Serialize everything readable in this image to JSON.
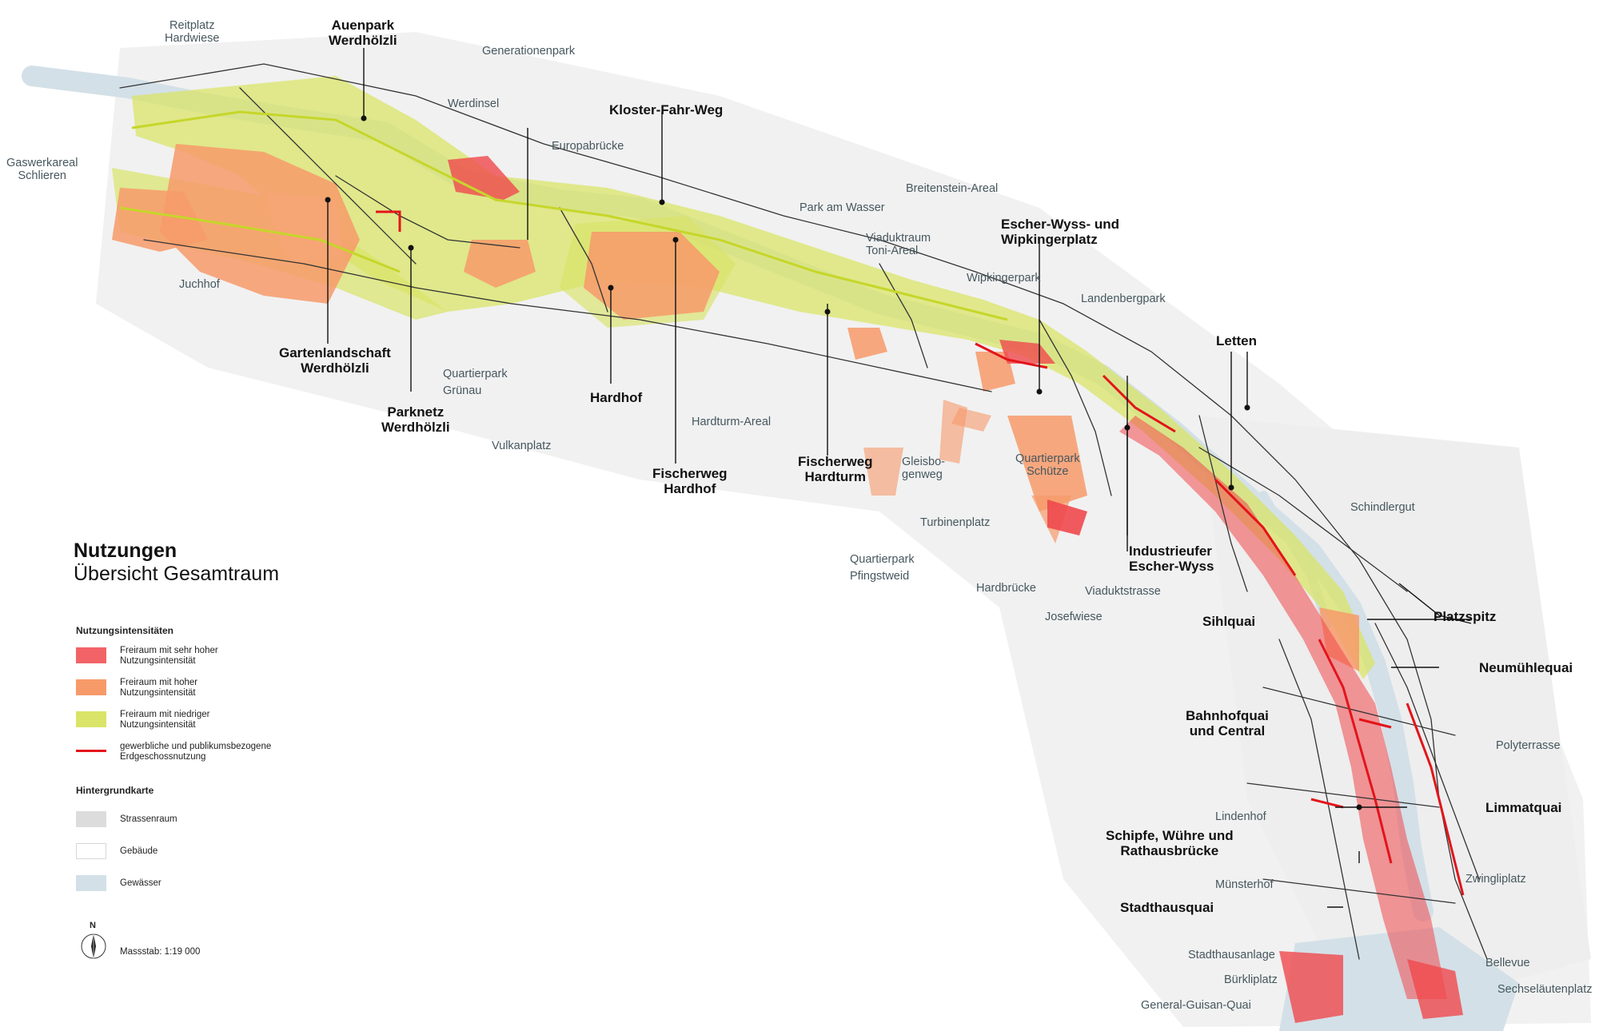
{
  "legend": {
    "title": "Nutzungen",
    "subtitle": "Übersicht Gesamtraum",
    "intensity_heading": "Nutzungsintensitäten",
    "very_high_l1": "Freiraum mit sehr hoher",
    "very_high_l2": "Nutzungsintensität",
    "high_l1": "Freiraum mit hoher",
    "high_l2": "Nutzungsintensität",
    "low_l1": "Freiraum mit niedriger",
    "low_l2": "Nutzungsintensität",
    "ground_l1": "gewerbliche und publikumsbezogene",
    "ground_l2": "Erdgeschossnutzung",
    "background_heading": "Hintergrundkarte",
    "street": "Strassenraum",
    "building": "Gebäude",
    "water": "Gewässer",
    "north": "N",
    "scale": "Massstab: 1:19 000"
  },
  "colors": {
    "very_high": "#f0484c",
    "high": "#f79a6a",
    "low": "#d9e468",
    "ground_floor": "#e3141b",
    "street": "#dcdcdc",
    "building": "#ffffff",
    "water": "#d3e0e8",
    "street_lines": "#2a2a2a"
  },
  "labels": {
    "reitplatz_l1": "Reitplatz",
    "reitplatz_l2": "Hardwiese",
    "auenpark_l1": "Auenpark",
    "auenpark_l2": "Werdhölzli",
    "generationenpark": "Generationenpark",
    "werdinsel": "Werdinsel",
    "kloster": "Kloster-Fahr-Weg",
    "europabruecke": "Europabrücke",
    "gaswerk_l1": "Gaswerkareal",
    "gaswerk_l2": "Schlieren",
    "juchhof": "Juchhof",
    "breitenstein": "Breitenstein-Areal",
    "park_am_wasser": "Park am Wasser",
    "viadukt_l1": "Viaduktraum",
    "viadukt_l2": "Toni-Areal",
    "escher_l1": "Escher-Wyss- und",
    "escher_l2": "Wipkingerplatz",
    "wipkingerpark": "Wipkingerpark",
    "landenbergpark": "Landenbergpark",
    "letten": "Letten",
    "garten_l1": "Gartenlandschaft",
    "garten_l2": "Werdhölzli",
    "qp_gruenau_l1": "Quartierpark",
    "qp_gruenau_l2": "Grünau",
    "parknetz_l1": "Parknetz",
    "parknetz_l2": "Werdhölzli",
    "vulkanplatz": "Vulkanplatz",
    "hardhof": "Hardhof",
    "hardturm_areal": "Hardturm-Areal",
    "fischerweg_hardhof_l1": "Fischerweg",
    "fischerweg_hardhof_l2": "Hardhof",
    "fischerweg_hardturm_l1": "Fischerweg",
    "fischerweg_hardturm_l2": "Hardturm",
    "gleisbogen_l1": "Gleisbo-",
    "gleisbogen_l2": "genweg",
    "qp_schuetze_l1": "Quartierpark",
    "qp_schuetze_l2": "Schütze",
    "turbinenplatz": "Turbinenplatz",
    "qp_pfingstweid_l1": "Quartierpark",
    "qp_pfingstweid_l2": "Pfingstweid",
    "hardbruecke": "Hardbrücke",
    "josefwiese": "Josefwiese",
    "viaduktstrasse": "Viaduktstrasse",
    "industrieufer_l1": "Industrieufer",
    "industrieufer_l2": "Escher-Wyss",
    "schindlergut": "Schindlergut",
    "sihlquai": "Sihlquai",
    "platzspitz": "Platzspitz",
    "neumuehlequai": "Neumühlequai",
    "bahnhofquai_l1": "Bahnhofquai",
    "bahnhofquai_l2": "und Central",
    "polyterrasse": "Polyterrasse",
    "lindenhof": "Lindenhof",
    "limmatquai": "Limmatquai",
    "schipfe_l1": "Schipfe, Wühre und",
    "schipfe_l2": "Rathausbrücke",
    "muensterhof": "Münsterhof",
    "zwingliplatz": "Zwingliplatz",
    "stadthausquai": "Stadthausquai",
    "stadthausanlage": "Stadthausanlage",
    "buerkliplatz": "Bürkliplatz",
    "bellevue": "Bellevue",
    "sechselaeutenplatz": "Sechseläutenplatz",
    "general_guisan": "General-Guisan-Quai"
  }
}
